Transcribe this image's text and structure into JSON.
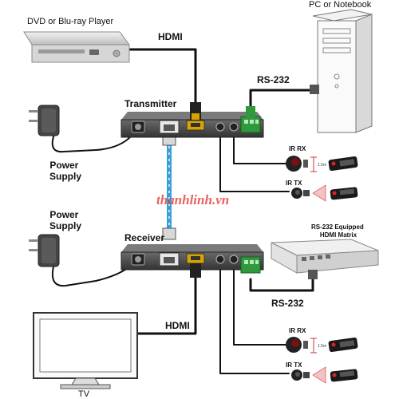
{
  "labels": {
    "dvd_player": "DVD or Blu-ray Player",
    "pc": "PC or Notebook",
    "hdmi_top": "HDMI",
    "rs232_top": "RS-232",
    "transmitter": "Transmitter",
    "power_supply_top": "Power\nSupply",
    "ir_rx_top": "IR RX",
    "ir_tx_top": "IR TX",
    "power_supply_bottom": "Power\nSupply",
    "receiver": "Receiver",
    "matrix": "RS-232 Equipped\nHDMI Matrix",
    "rs232_bottom": "RS-232",
    "hdmi_bottom": "HDMI",
    "ir_rx_bottom": "IR RX",
    "ir_tx_bottom": "IR TX",
    "tv": "TV",
    "range_top": "1.5m",
    "range_bottom": "1.5m"
  },
  "watermark": "thanhlinh.vn",
  "colors": {
    "cat_cable": "#3aa0dc",
    "rs232_block": "#2e9a3c",
    "hdmi_port": "#d8a300",
    "device_body": "#4a4a4a",
    "watermark": "#e0302a"
  },
  "icons": {
    "dvd_player": "dvd-player-icon",
    "pc": "pc-tower-icon",
    "power_adapter": "power-adapter-icon",
    "ir_receiver": "ir-receiver-icon",
    "ir_emitter": "ir-emitter-icon",
    "remote": "remote-control-icon",
    "matrix": "hdmi-matrix-icon",
    "tv": "tv-icon"
  }
}
